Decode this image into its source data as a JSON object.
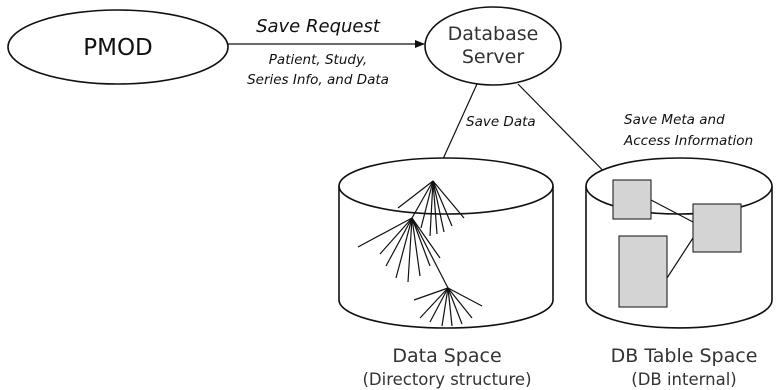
{
  "nodes": {
    "pmod": {
      "label": "PMOD"
    },
    "server": {
      "line1": "Database",
      "line2": "Server"
    }
  },
  "edges": {
    "save_request": {
      "label": "Save Request",
      "detail_line1": "Patient, Study,",
      "detail_line2": "Series Info, and Data"
    },
    "save_data": {
      "label": "Save Data"
    },
    "save_meta": {
      "line1": "Save Meta and",
      "line2": "Access Information"
    }
  },
  "stores": {
    "data_space": {
      "title": "Data Space",
      "subtitle": "(Directory structure)"
    },
    "db_table_space": {
      "title": "DB Table Space",
      "subtitle": "(DB internal)"
    }
  },
  "colors": {
    "ink": "#111111",
    "box_fill": "#d4d4d4",
    "background": "#ffffff"
  }
}
